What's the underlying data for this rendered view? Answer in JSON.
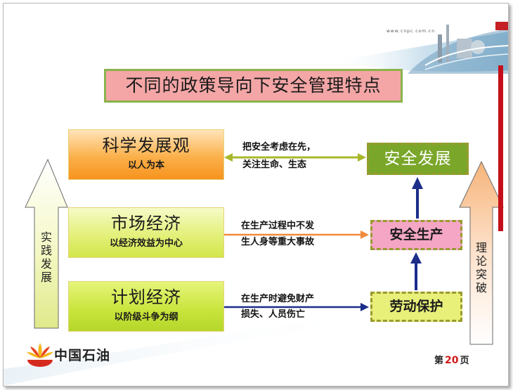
{
  "header": {
    "url": "www.cnpc.com.cn"
  },
  "title": "不同的政策导向下安全管理特点",
  "left_boxes": [
    {
      "main": "科学发展观",
      "sub": "以人为本"
    },
    {
      "main": "市场经济",
      "sub": "以经济效益为中心"
    },
    {
      "main": "计划经济",
      "sub": "以阶级斗争为纲"
    }
  ],
  "connectors": [
    {
      "line1": "把安全考虑在先，",
      "line2": "关注生命、生态"
    },
    {
      "line1": "在生产过程中不发",
      "line2": "生人身等重大事故"
    },
    {
      "line1": "在生产时避免财产",
      "line2": "损失、人员伤亡"
    }
  ],
  "right_boxes": [
    "安全发展",
    "安全生产",
    "劳动保护"
  ],
  "left_arrow_label": "实践发展",
  "right_arrow_label": "理论突破",
  "footer": {
    "logo_text": "中国石油",
    "page_prefix": "第",
    "page_number": "20",
    "page_suffix": "页"
  },
  "colors": {
    "accent_red": "#c40f1a",
    "arrow_navy": "#1c2d8a",
    "connector_olive": "#a8b82a",
    "connector_orange": "#f08a3c",
    "connector_navy": "#1c2d8a"
  }
}
